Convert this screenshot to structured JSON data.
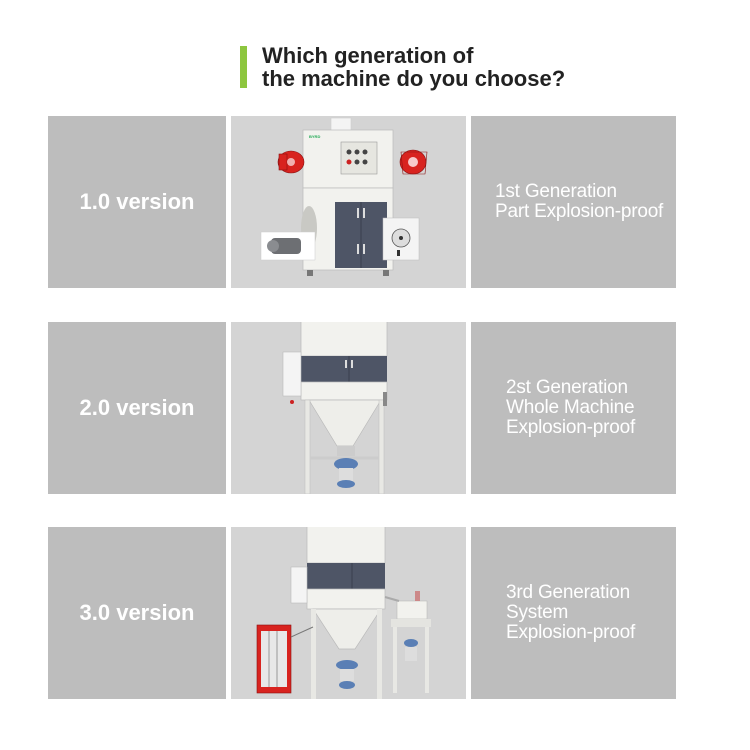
{
  "header": {
    "title_line1": "Which generation of",
    "title_line2": "the machine do you choose?",
    "accent_color": "#8dc63f"
  },
  "rows": [
    {
      "version": "1.0 version",
      "description": [
        "1st Generation",
        "Part Explosion-proof"
      ],
      "image": "dust-collector-with-explosion-proof-components"
    },
    {
      "version": "2.0 version",
      "description": [
        "2st Generation",
        "Whole Machine",
        "Explosion-proof"
      ],
      "image": "dust-collector-on-hopper-stand"
    },
    {
      "version": "3.0 version",
      "description": [
        "3rd Generation",
        "System",
        "Explosion-proof"
      ],
      "image": "dust-collector-system-with-cabinet-and-mixer"
    }
  ],
  "colors": {
    "panel_gray": "#bdbdbd",
    "machine_white": "#f2f2ee",
    "machine_door": "#4e5566",
    "explosion_red": "#d8231f"
  }
}
